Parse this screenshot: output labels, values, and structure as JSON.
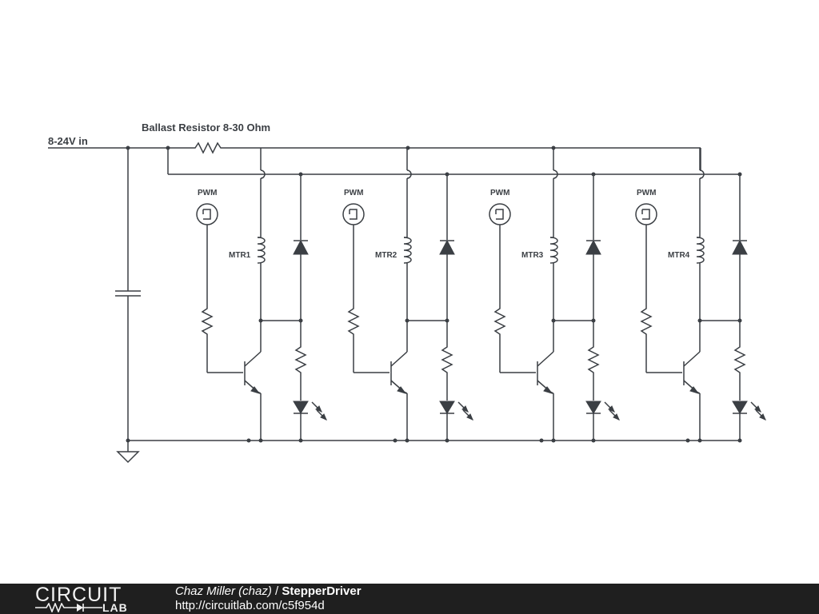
{
  "schematic": {
    "input_label": "8-24V in",
    "ballast_label": "Ballast Resistor 8-30 Ohm",
    "channels": [
      {
        "pwm_label": "PWM",
        "motor_label": "MTR1"
      },
      {
        "pwm_label": "PWM",
        "motor_label": "MTR2"
      },
      {
        "pwm_label": "PWM",
        "motor_label": "MTR3"
      },
      {
        "pwm_label": "PWM",
        "motor_label": "MTR4"
      }
    ]
  },
  "footer": {
    "logo_top": "CIRCUIT",
    "logo_bottom": "LAB",
    "author": "Chaz Miller (chaz)",
    "separator": " / ",
    "title": "StepperDriver",
    "url": "http://circuitlab.com/c5f954d"
  }
}
